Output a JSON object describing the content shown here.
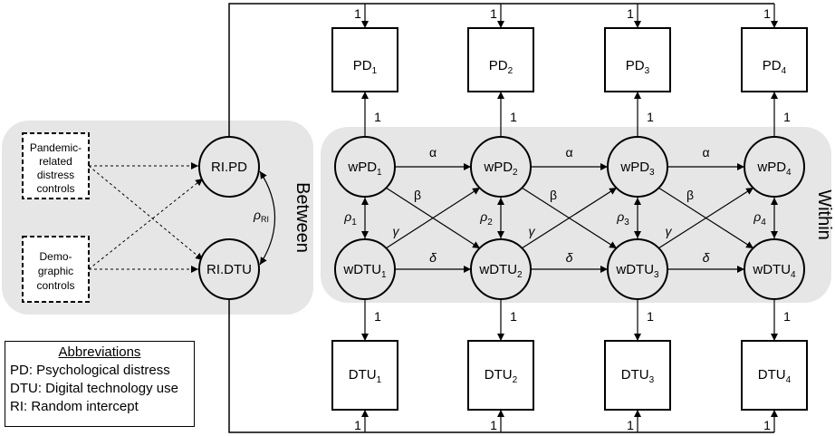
{
  "regions": {
    "between_label": "Between",
    "within_label": "Within"
  },
  "controls": {
    "pandemic": [
      "Pandemic-",
      "related",
      "distress",
      "controls"
    ],
    "demographic": [
      "Demo-",
      "graphic",
      "controls"
    ]
  },
  "random_intercepts": {
    "pd": "RI.PD",
    "dtu": "RI.DTU",
    "rho": "ρ",
    "rho_sub": "RI"
  },
  "observed_pd": [
    "PD",
    "PD",
    "PD",
    "PD"
  ],
  "observed_dtu": [
    "DTU",
    "DTU",
    "DTU",
    "DTU"
  ],
  "within_pd": [
    "wPD",
    "wPD",
    "wPD",
    "wPD"
  ],
  "within_dtu": [
    "wDTU",
    "wDTU",
    "wDTU",
    "wDTU"
  ],
  "wave_subscripts": [
    "1",
    "2",
    "3",
    "4"
  ],
  "paths": {
    "loading": "1",
    "autoregressive_pd": "α",
    "autoregressive_dtu": "δ",
    "cross_pd_to_dtu": "β",
    "cross_dtu_to_pd": "γ",
    "within_cov": "ρ",
    "within_cov_subs": [
      "1",
      "2",
      "3",
      "4"
    ]
  },
  "legend": {
    "title": "Abbreviations",
    "items": [
      "PD: Psychological distress",
      "DTU: Digital technology use",
      "RI: Random intercept"
    ]
  }
}
